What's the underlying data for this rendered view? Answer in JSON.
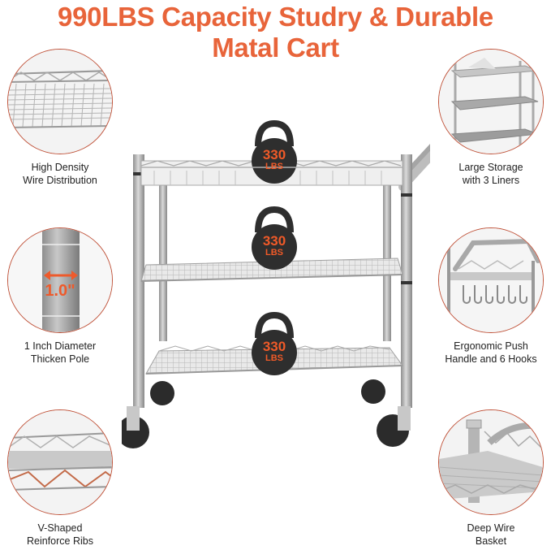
{
  "title": {
    "line1": "990LBS Capacity Studry & Durable",
    "line2": "Matal Cart",
    "color": "#e8643a"
  },
  "accent_color": "#c0533a",
  "features_left": [
    {
      "icon": "wire-grid-icon",
      "line1": "High Density",
      "line2": "Wire Distribution"
    },
    {
      "icon": "pole-diameter-icon",
      "line1": "1 Inch Diameter",
      "line2": "Thicken Pole",
      "measure_label": "1.0\""
    },
    {
      "icon": "v-rib-icon",
      "line1": "V-Shaped",
      "line2": "Reinforce Ribs"
    }
  ],
  "features_right": [
    {
      "icon": "three-shelf-liners-icon",
      "line1": "Large Storage",
      "line2": "with 3 Liners"
    },
    {
      "icon": "push-handle-hooks-icon",
      "line1": "Ergonomic Push",
      "line2": "Handle and 6 Hooks"
    },
    {
      "icon": "deep-basket-icon",
      "line1": "Deep Wire",
      "line2": "Basket"
    }
  ],
  "kettlebells": [
    {
      "weight": "330",
      "unit": "LBS"
    },
    {
      "weight": "330",
      "unit": "LBS"
    },
    {
      "weight": "330",
      "unit": "LBS"
    }
  ]
}
